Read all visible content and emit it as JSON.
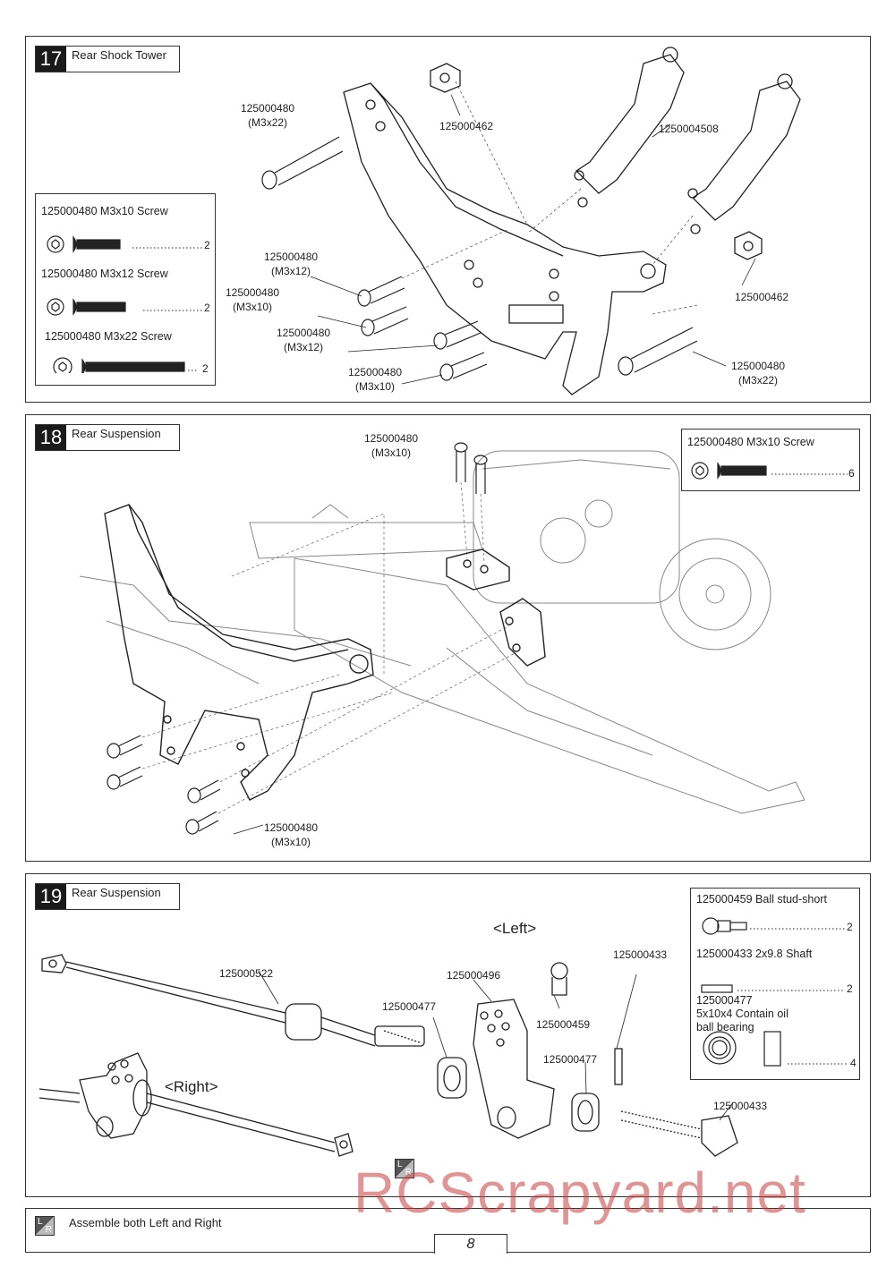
{
  "steps": [
    {
      "number": "17",
      "title": "Rear Shock Tower",
      "labels": [
        {
          "text": "125000480\n(M3x22)"
        },
        {
          "text": "125000462"
        },
        {
          "text": "1250004508"
        },
        {
          "text": "125000480\n(M3x12)"
        },
        {
          "text": "125000480\n(M3x10)"
        },
        {
          "text": "125000480\n(M3x12)"
        },
        {
          "text": "125000480\n(M3x10)"
        },
        {
          "text": "125000462"
        },
        {
          "text": "125000480\n(M3x22)"
        }
      ],
      "parts": [
        {
          "name": "125000480  M3x10 Screw",
          "qty": "2"
        },
        {
          "name": "125000480  M3x12 Screw",
          "qty": "2"
        },
        {
          "name": "125000480  M3x22 Screw",
          "qty": "2"
        }
      ]
    },
    {
      "number": "18",
      "title": "Rear Suspension",
      "labels": [
        {
          "text": "125000480\n(M3x10)"
        },
        {
          "text": "125000480\n(M3x10)"
        }
      ],
      "parts": [
        {
          "name": "125000480  M3x10 Screw",
          "qty": "6"
        }
      ]
    },
    {
      "number": "19",
      "title": "Rear Suspension",
      "left_label": "<Left>",
      "right_label": "<Right>",
      "labels": [
        {
          "text": "125000522"
        },
        {
          "text": "125000496"
        },
        {
          "text": "125000433"
        },
        {
          "text": "125000477"
        },
        {
          "text": "125000459"
        },
        {
          "text": "125000477"
        },
        {
          "text": "125000433"
        }
      ],
      "parts": [
        {
          "name": "125000459  Ball stud-short",
          "qty": "2"
        },
        {
          "name": "125000433  2x9.8 Shaft",
          "qty": "2"
        },
        {
          "name": "125000477\n5x10x4 Contain oil\nball bearing",
          "qty": "4"
        }
      ]
    }
  ],
  "footer": {
    "lr_icon": "L/R",
    "note": "Assemble both Left and Right",
    "page_number": "8"
  },
  "watermark": "RCScrapyard.net"
}
